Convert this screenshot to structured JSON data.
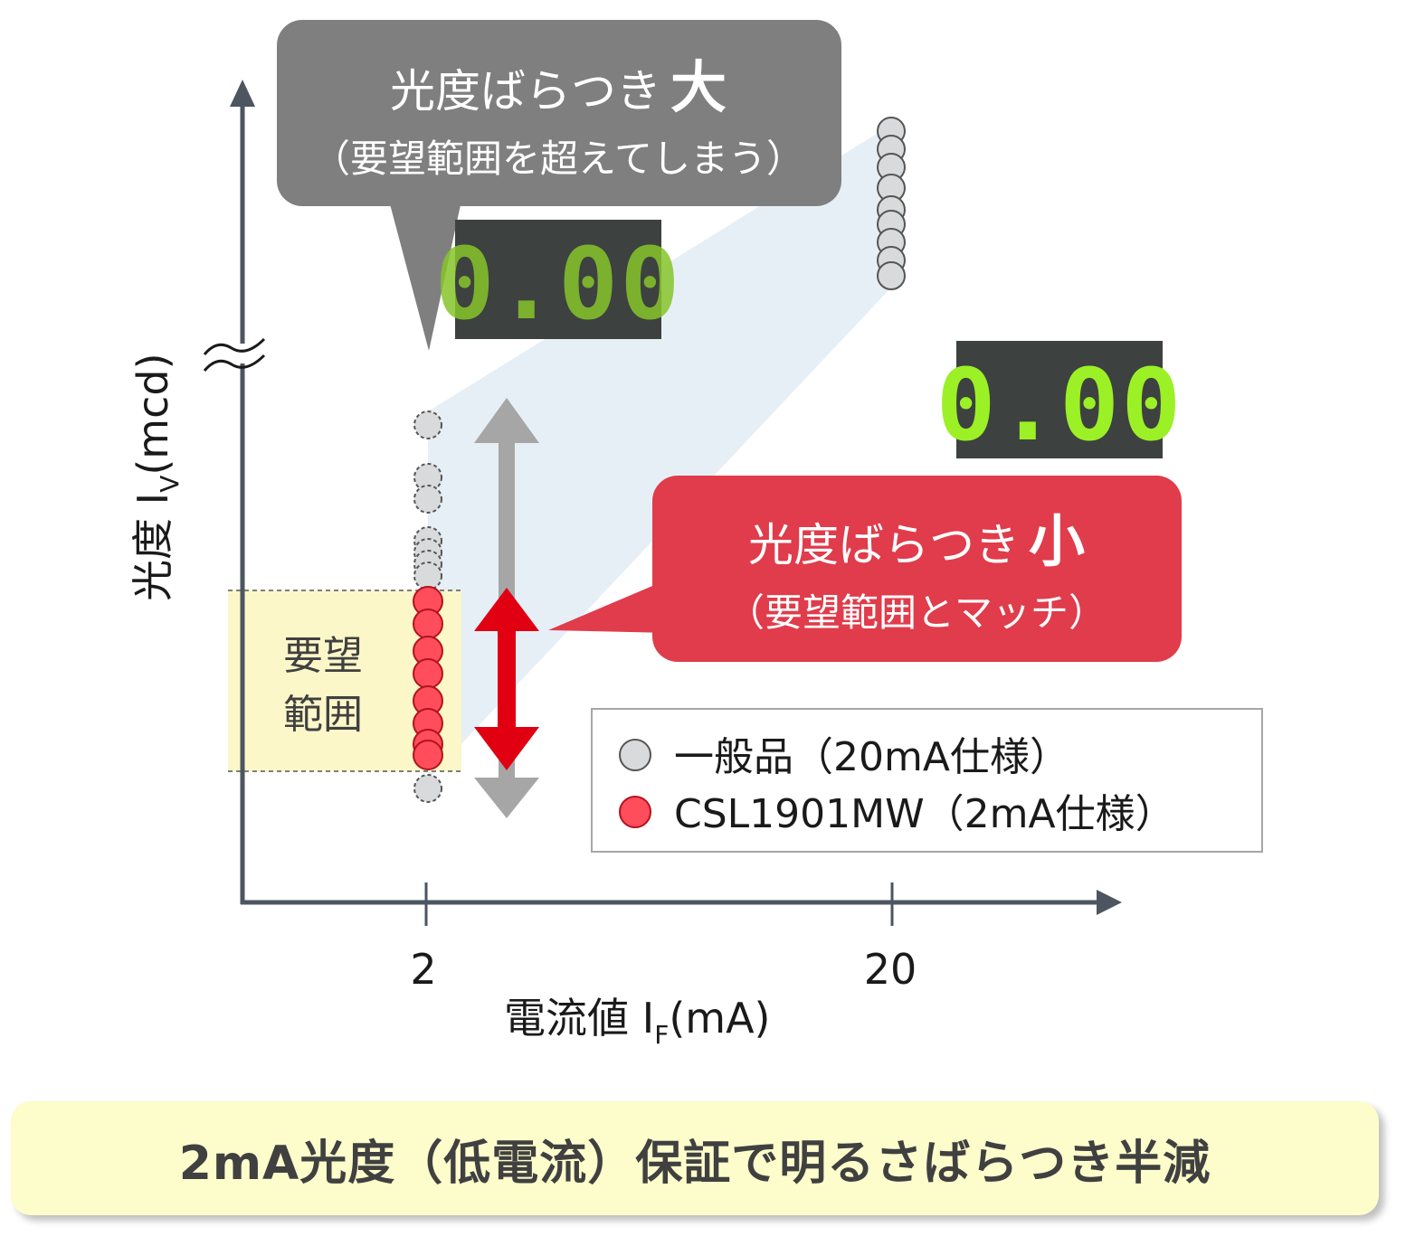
{
  "axes": {
    "y_label_prefix": "光度 I",
    "y_label_sub": "V",
    "y_label_suffix": "(mcd)",
    "x_label_prefix": "電流値 I",
    "x_label_sub": "F",
    "x_label_suffix": "(mA)",
    "x_ticks": [
      "2",
      "20"
    ]
  },
  "desired_range": {
    "line1": "要望",
    "line2": "範囲",
    "fill_color": "#fbf7c9"
  },
  "callout_gray": {
    "title": "光度ばらつき",
    "emphasis": "大",
    "subtitle": "（要望範囲を超えてしまう）",
    "color": "#7f7f7f"
  },
  "callout_red": {
    "title": "光度ばらつき",
    "emphasis": "小",
    "subtitle": "（要望範囲とマッチ）",
    "color": "#e03c4b"
  },
  "displays": {
    "upper": {
      "digits": "0.00",
      "description": "dim, uneven"
    },
    "lower": {
      "digits": "0.00",
      "description": "bright, even"
    },
    "segment_color": "#9cf026"
  },
  "legend": {
    "items": [
      {
        "label": "一般品（20mA仕様）",
        "color": "#d9dadb"
      },
      {
        "label": "CSL1901MW（2mA仕様）",
        "color": "#ff4d5b"
      }
    ]
  },
  "conclusion": {
    "text": "2mA光度（低電流）保証で明るさばらつき半減"
  },
  "icons": {
    "y_axis_break": "axis-break-icon",
    "arrow_gray": "double-arrow-icon",
    "arrow_red": "double-arrow-icon"
  }
}
